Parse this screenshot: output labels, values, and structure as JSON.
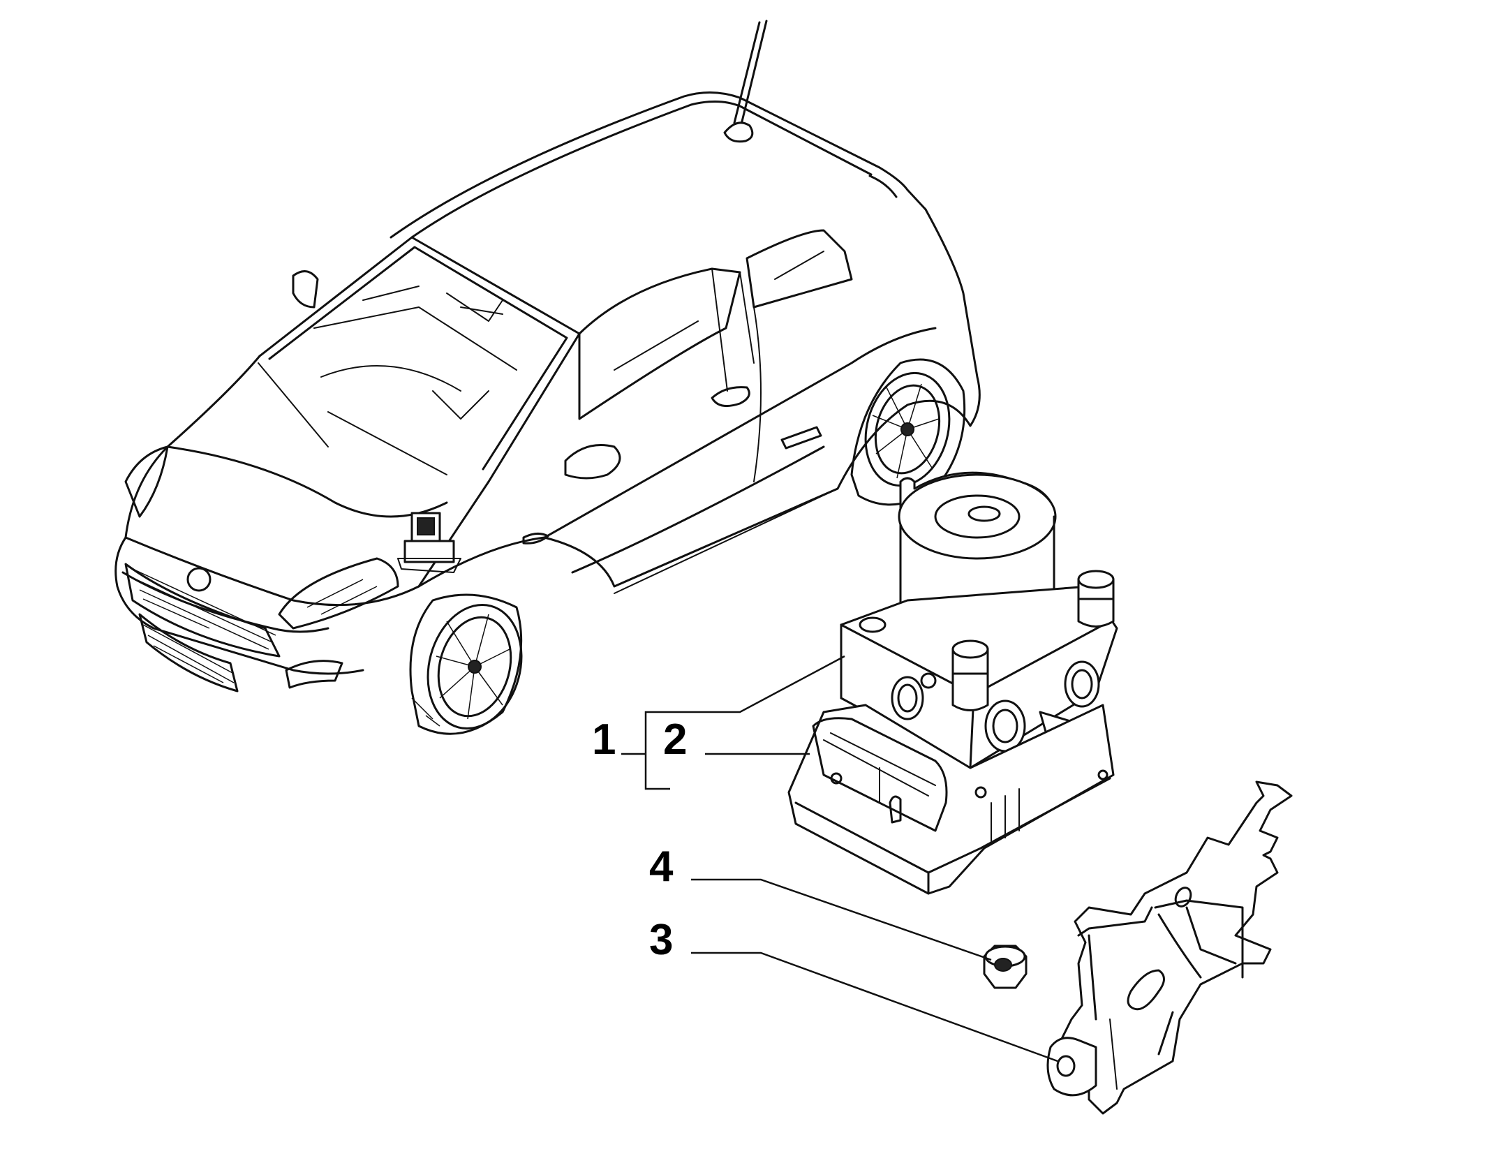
{
  "callouts": {
    "c1": "1",
    "c2": "2",
    "c3": "3",
    "c4": "4"
  },
  "colors": {
    "line": "#111111",
    "background": "#ffffff"
  }
}
